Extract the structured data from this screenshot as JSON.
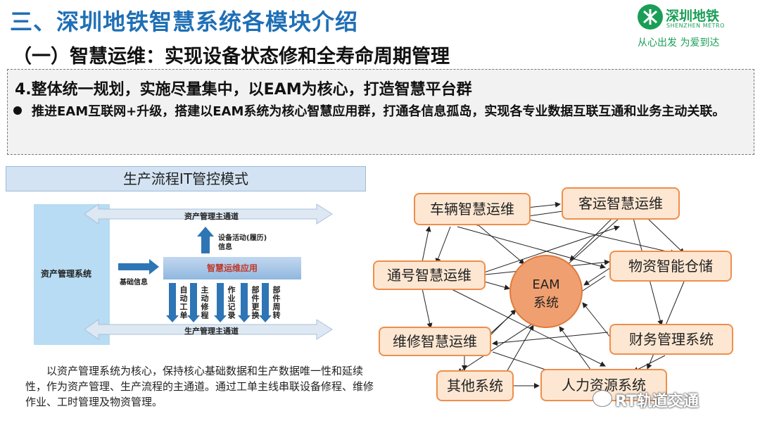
{
  "header": {
    "title": "三、深圳地铁智慧系统各模块介绍",
    "subtitle": "（一）智慧运维：实现设备状态修和全寿命周期管理"
  },
  "logo": {
    "name_cn": "深圳地铁",
    "name_en": "SHENZHEN METRO",
    "slogan": "从心出发 为爱到达",
    "color": "#1a9e56"
  },
  "summary": {
    "heading": "4.整体统一规划，实施尽量集中，以EAM为核心，打造智慧平台群",
    "bullet": "推进EAM互联网+升级，搭建以EAM系统为核心智慧应用群，打通各信息孤岛，实现各专业数据互联互通和业务主动关联。"
  },
  "left_panel": {
    "header": "生产流程IT管控模式",
    "system": "资产管理系统",
    "top_channel": "资产管理主通道",
    "bottom_channel": "生产管理主通道",
    "app": "智慧运维应用",
    "basic_info": "基础信息",
    "activity_info": "设备活动(履历)信息",
    "down_items": [
      "自动工单",
      "主动修程",
      "作业记录",
      "部件更换",
      "部件周转"
    ],
    "description": "以资产管理系统为核心，保持核心基础数据和生产数据唯一性和延续性，作为资产管理、生产流程的主通道。通过工单主线串联设备修程、维修作业、工时管理及物资管理。"
  },
  "network": {
    "center": [
      "EAM",
      "系统"
    ],
    "nodes": {
      "vehicle": "车辆智慧运维",
      "passenger": "客运智慧运维",
      "signal": "通号智慧运维",
      "material": "物资智能仓储",
      "maintenance": "维修智慧运维",
      "finance": "财务管理系统",
      "other": "其他系统",
      "hr": "人力资源系统"
    },
    "node_fill": "#fde7d2",
    "node_border": "#ef8e4b",
    "center_fill": "#f0a070"
  },
  "watermark": "RT轨道交通"
}
